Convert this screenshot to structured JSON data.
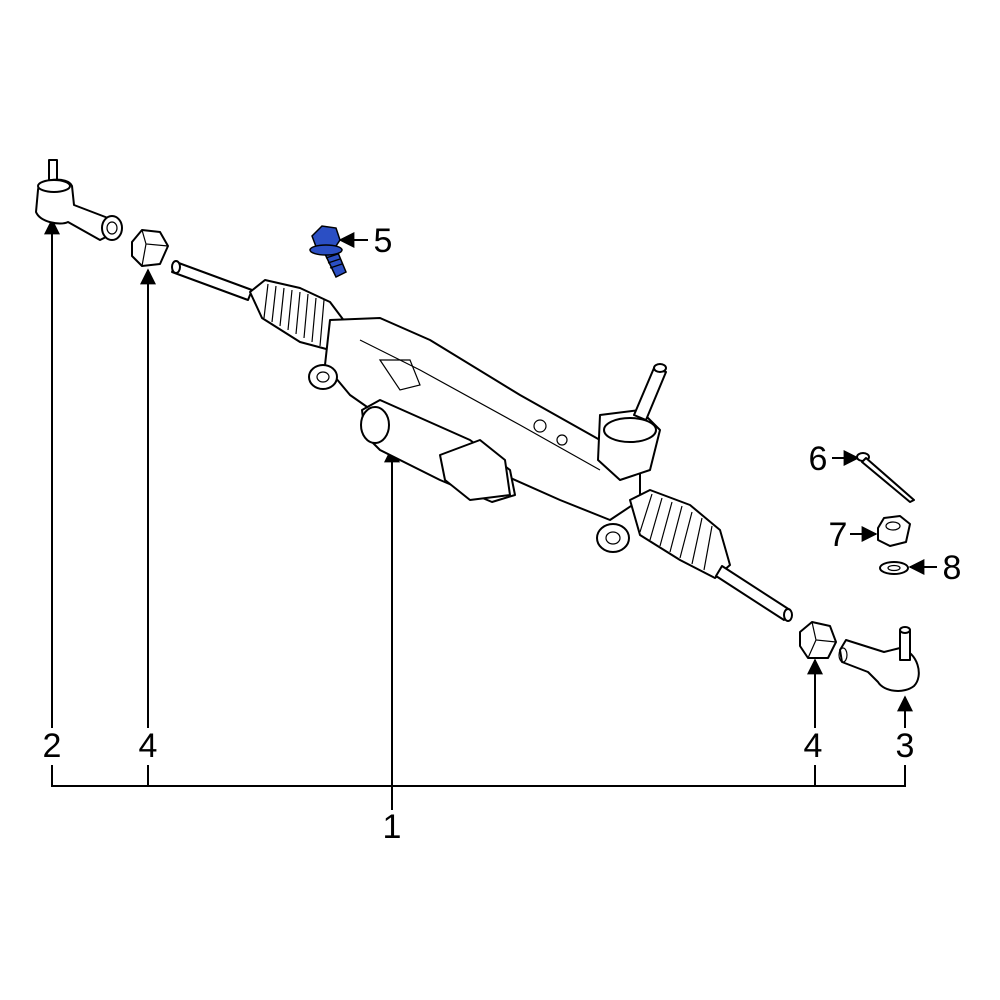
{
  "diagram": {
    "highlight_color": "#2b4fc4",
    "callouts": {
      "c1": "1",
      "c2": "2",
      "c3": "3",
      "c4_left": "4",
      "c4_right": "4",
      "c5": "5",
      "c6": "6",
      "c7": "7",
      "c8": "8"
    },
    "parts": [
      {
        "id": "1",
        "name": "steering-gear-assembly"
      },
      {
        "id": "2",
        "name": "outer-tie-rod-left"
      },
      {
        "id": "3",
        "name": "outer-tie-rod-right"
      },
      {
        "id": "4",
        "name": "jam-nut"
      },
      {
        "id": "5",
        "name": "mounting-bolt",
        "highlighted": true
      },
      {
        "id": "6",
        "name": "cotter-pin"
      },
      {
        "id": "7",
        "name": "castle-nut"
      },
      {
        "id": "8",
        "name": "washer"
      }
    ]
  }
}
